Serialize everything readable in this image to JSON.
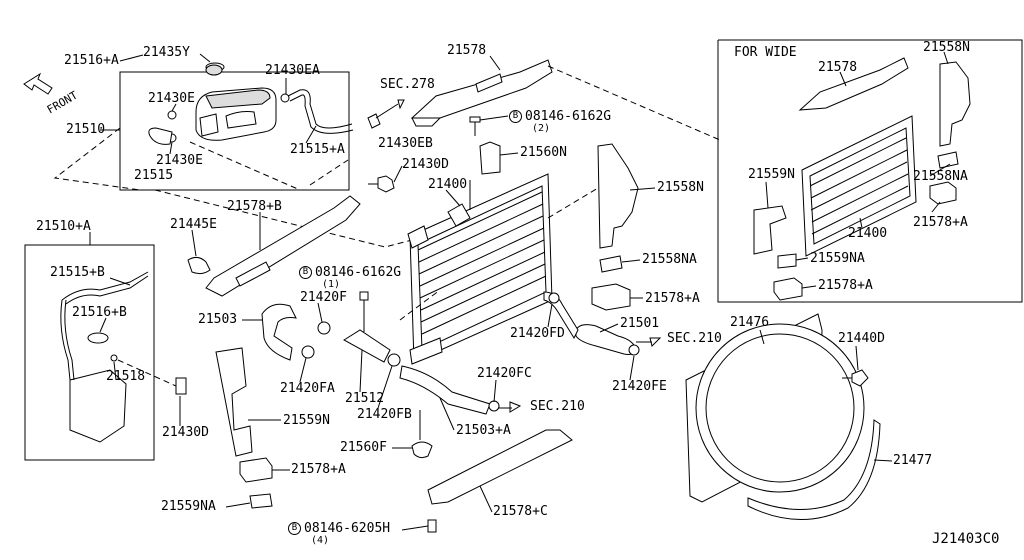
{
  "labels": {
    "l21516A": "21516+A",
    "l21435Y": "21435Y",
    "l21430EA": "21430EA",
    "lFront": "FRONT",
    "l21430E_top": "21430E",
    "l21510": "21510",
    "l21430E_bot": "21430E",
    "l21515": "21515",
    "l21515A": "21515+A",
    "lSec278": "SEC.278",
    "l21578": "21578",
    "l08146_6162G": "08146-6162G",
    "l08146_6162G_qty": "(2)",
    "l21430EB": "21430EB",
    "l21560N": "21560N",
    "l21430D_top": "21430D",
    "l21400": "21400",
    "l21558N": "21558N",
    "l21510B": "21510+A",
    "l21445E": "21445E",
    "l21578B": "21578+B",
    "l21515B": "21515+B",
    "l08146_6162G_b": "08146-6162G",
    "l08146_6162G_b_qty": "(1)",
    "l21558NA": "21558NA",
    "l21420F": "21420F",
    "l21516B": "21516+B",
    "l21503": "21503",
    "l21578A_mid": "21578+A",
    "l21501": "21501",
    "l21420FD": "21420FD",
    "lSec210_r": "SEC.210",
    "l21518": "21518",
    "l21420FA": "21420FA",
    "l21512": "21512",
    "l21420FB": "21420FB",
    "l21420FC": "21420FC",
    "l21420FE": "21420FE",
    "lSec210_m": "SEC.210",
    "l21430D_bot": "21430D",
    "l21559N": "21559N",
    "l21503A": "21503+A",
    "l21560F": "21560F",
    "l21578A_bot": "21578+A",
    "l21578C": "21578+C",
    "l21559NA": "21559NA",
    "l08146_6205H": "08146-6205H",
    "l08146_6205H_qty": "(4)",
    "l21476": "21476",
    "l21440D": "21440D",
    "l21477": "21477",
    "lCode": "J21403C0"
  },
  "inset": {
    "title": "FOR WIDE",
    "l21578": "21578",
    "l21558N": "21558N",
    "l21559N": "21559N",
    "l21558NA_a": "21558NA",
    "l21400": "21400",
    "l21578A_a": "21578+A",
    "l21559NA": "21559NA",
    "l21578A_b": "21578+A"
  },
  "bolt_marker": "B"
}
